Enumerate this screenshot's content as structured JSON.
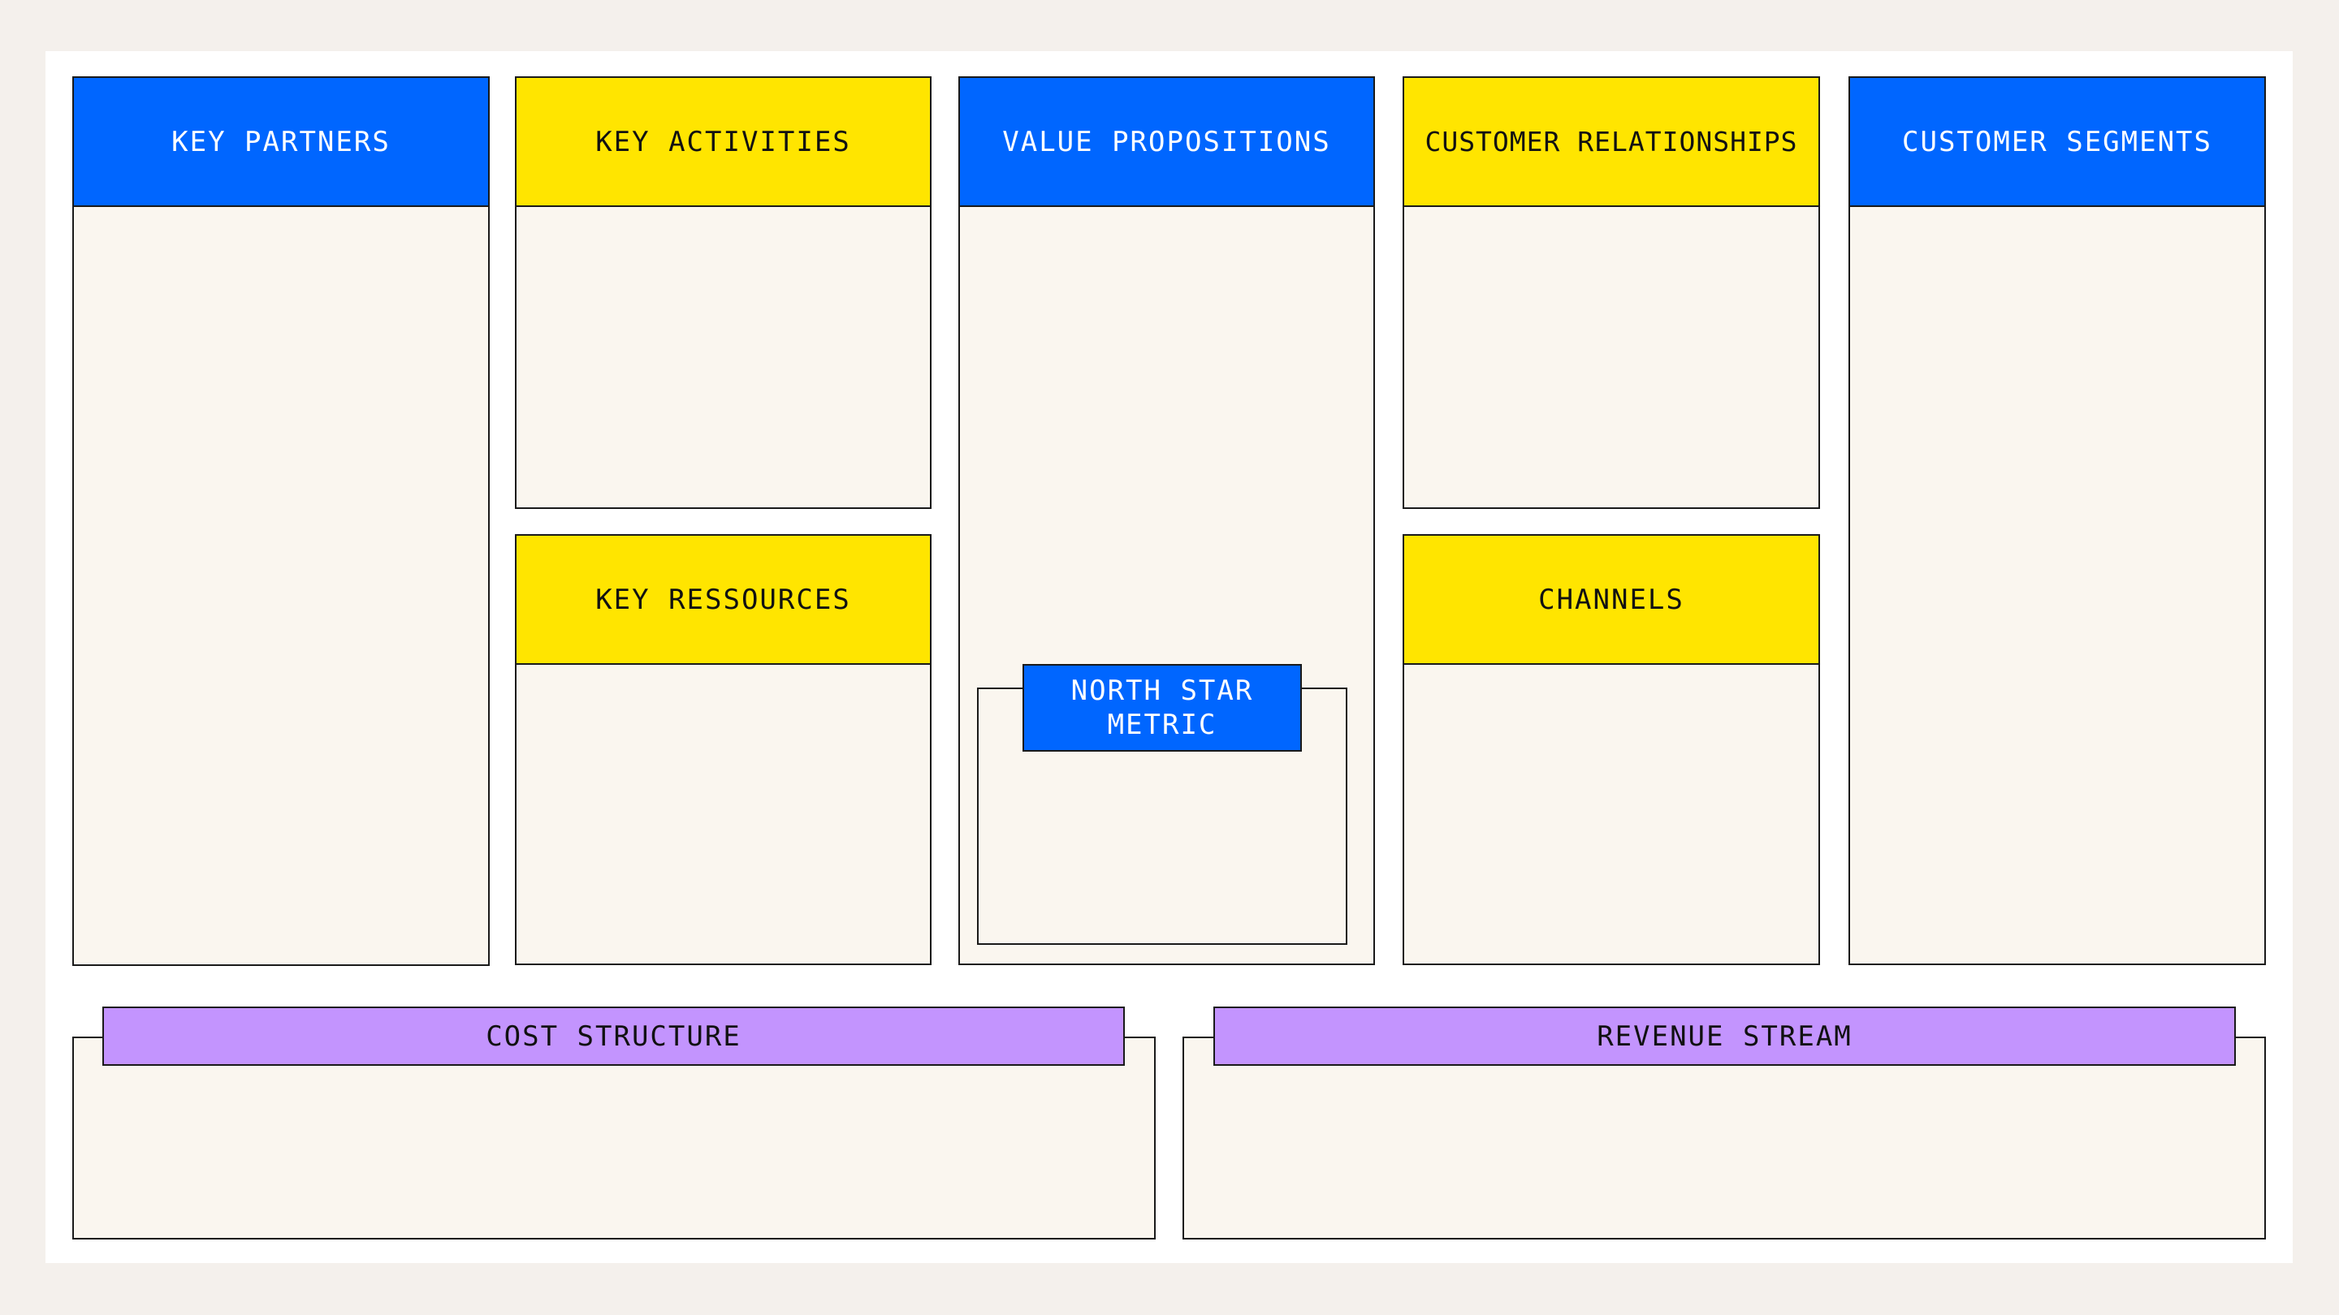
{
  "canvas": {
    "sections": {
      "key_partners": "KEY PARTNERS",
      "key_activities": "KEY ACTIVITIES",
      "value_propositions": "VALUE PROPOSITIONS",
      "customer_relationships": "CUSTOMER RELATIONSHIPS",
      "customer_segments": "CUSTOMER SEGMENTS",
      "key_ressources": "KEY RESSOURCES",
      "channels": "CHANNELS",
      "north_star_metric": "NORTH STAR METRIC",
      "cost_structure": "COST STRUCTURE",
      "revenue_stream": "REVENUE STREAM"
    },
    "colors": {
      "blue": "#0066ff",
      "yellow": "#ffe500",
      "purple": "#c394fe",
      "panel": "#faf6ef",
      "background": "#f4f0ec"
    }
  }
}
